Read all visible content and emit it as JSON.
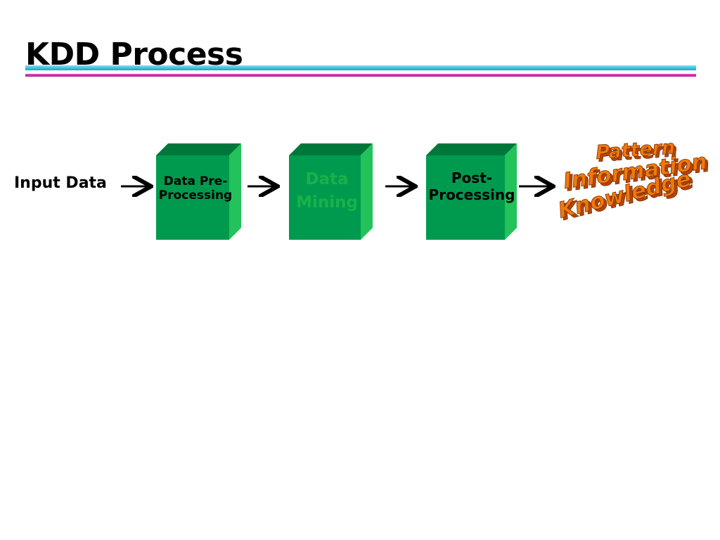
{
  "slide": {
    "title": "KDD Process"
  },
  "flow": {
    "input_label": "Input Data",
    "steps": [
      {
        "label": "Data Pre-\nProcessing"
      },
      {
        "label": "Data\nMining"
      },
      {
        "label": "Post-\nProcessing"
      }
    ],
    "outcome": [
      "Pattern",
      "Information",
      "Knowledge"
    ]
  },
  "colors": {
    "box_front": "#009a4e",
    "box_top": "#00773a",
    "box_side": "#23c25a",
    "mining_text": "#19b24a",
    "outcome_fill": "#f07a0a",
    "outcome_shadow": "#b84400",
    "rule_cyan": "#12a8c4",
    "rule_pink": "#c21fa0"
  }
}
